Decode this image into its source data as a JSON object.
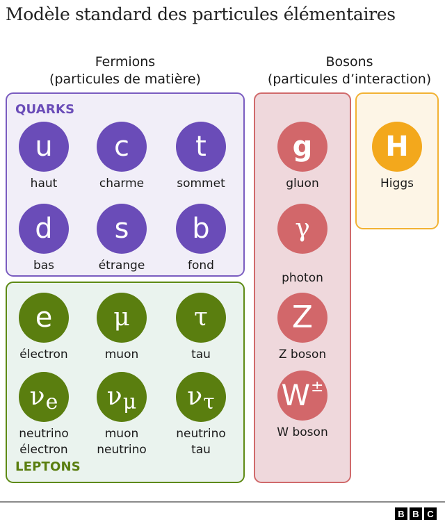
{
  "title": "Modèle standard des particules élémentaires",
  "columns": {
    "fermions": {
      "line1": "Fermions",
      "line2": "(particules de matière)"
    },
    "bosons": {
      "line1": "Bosons",
      "line2": "(particules d’interaction)"
    }
  },
  "colors": {
    "quark": "#6a4cb8",
    "lepton": "#5a7e0f",
    "gauge_boson": "#d2676a",
    "higgs": "#f3a81c",
    "quark_bg": "#f1eef8",
    "lepton_bg": "#eaf3ee",
    "gauge_bg": "#efd8dc",
    "higgs_bg": "#fdf5e6"
  },
  "quarks": {
    "label": "QUARKS",
    "items": [
      {
        "symbol": "u",
        "name": "haut"
      },
      {
        "symbol": "c",
        "name": "charme"
      },
      {
        "symbol": "t",
        "name": "sommet"
      },
      {
        "symbol": "d",
        "name": "bas"
      },
      {
        "symbol": "s",
        "name": "étrange"
      },
      {
        "symbol": "b",
        "name": "fond"
      }
    ]
  },
  "leptons": {
    "label": "LEPTONS",
    "items": [
      {
        "symbol": "e",
        "name": "électron"
      },
      {
        "symbol": "μ",
        "name": "muon"
      },
      {
        "symbol": "τ",
        "name": "tau"
      },
      {
        "symbol": "ν",
        "sub": "e",
        "name_line1": "neutrino",
        "name_line2": "électron"
      },
      {
        "symbol": "ν",
        "sub": "μ",
        "name_line1": "muon",
        "name_line2": "neutrino"
      },
      {
        "symbol": "ν",
        "sub": "τ",
        "name_line1": "neutrino",
        "name_line2": "tau"
      }
    ]
  },
  "gauge_bosons": {
    "items": [
      {
        "symbol": "g",
        "name": "gluon"
      },
      {
        "symbol": "γ",
        "name": "photon"
      },
      {
        "symbol": "Z",
        "name": "Z boson"
      },
      {
        "symbol": "W",
        "sup": "±",
        "name": "W boson"
      }
    ]
  },
  "higgs": {
    "symbol": "H",
    "name": "Higgs"
  },
  "footer": {
    "logo": [
      "B",
      "B",
      "C"
    ]
  }
}
